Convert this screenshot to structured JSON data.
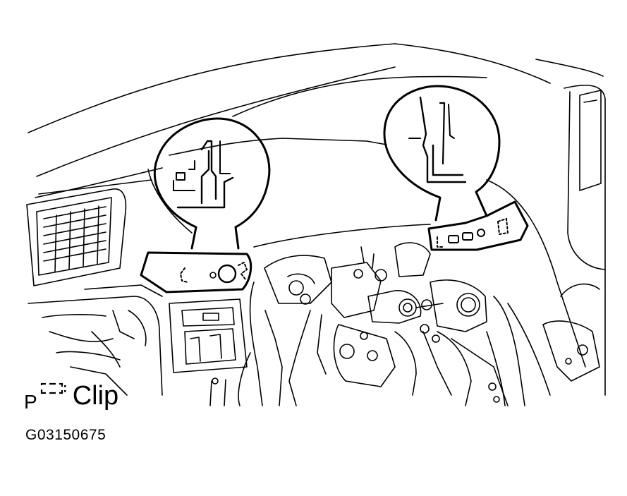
{
  "legend": {
    "prefix": "P",
    "icon": "dashed-clip-icon",
    "label": "Clip"
  },
  "figure_code": "G03150675",
  "colors": {
    "line": "#000000",
    "background": "#ffffff"
  }
}
